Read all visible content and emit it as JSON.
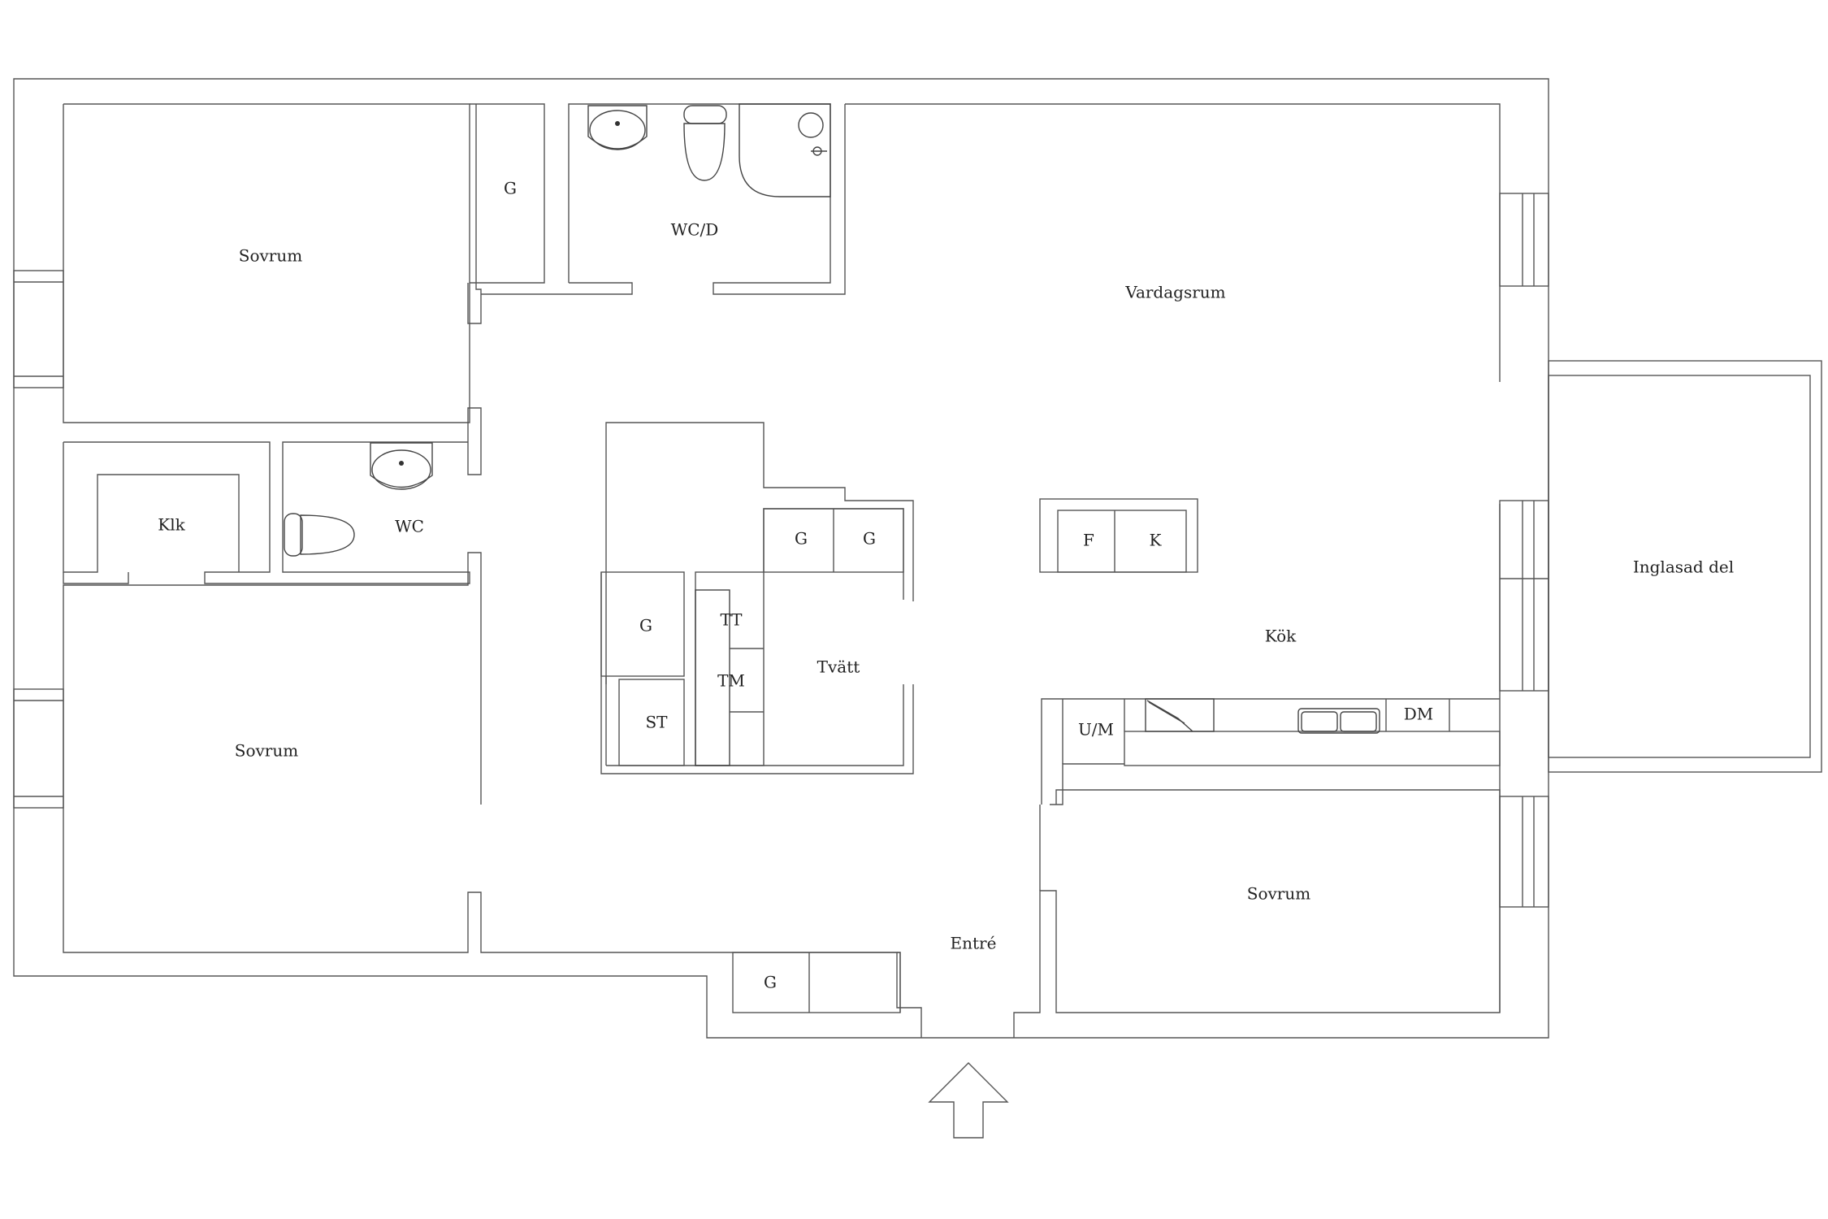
{
  "rooms": {
    "sovrum_top": "Sovrum",
    "sovrum_left": "Sovrum",
    "sovrum_right": "Sovrum",
    "vardagsrum": "Vardagsrum",
    "kok": "Kök",
    "tvatt": "Tvätt",
    "entre": "Entré",
    "inglasad": "Inglasad del",
    "wc": "WC",
    "wcd": "WC/D",
    "klk": "Klk"
  },
  "fixtures": {
    "g1": "G",
    "g2": "G",
    "g3": "G",
    "g4": "G",
    "g5": "G",
    "tt": "TT",
    "tm": "TM",
    "st": "ST",
    "f": "F",
    "k": "K",
    "um": "U/M",
    "dm": "DM"
  }
}
